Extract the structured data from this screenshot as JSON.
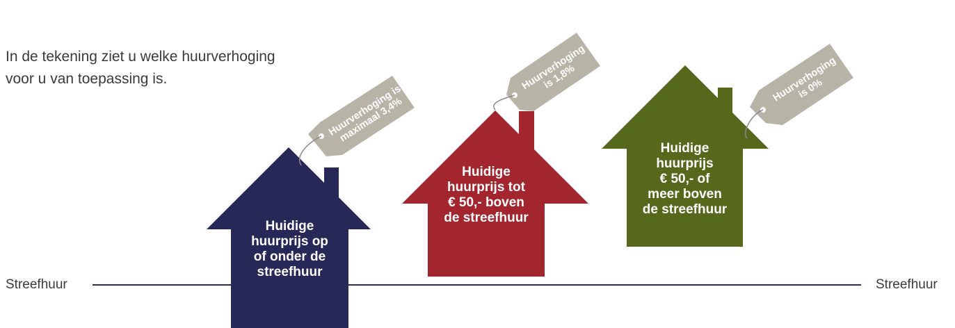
{
  "intro": {
    "line1": "In de tekening ziet u welke huurverhoging",
    "line2": "voor u van toepassing is."
  },
  "baseline": {
    "label_left": "Streefhuur",
    "label_right": "Streefhuur"
  },
  "houses": [
    {
      "color": "#262858",
      "text_lines": [
        "Huidige",
        "huurprijs op",
        "of onder de",
        "streefhuur"
      ],
      "tag_lines": [
        "Huurverhoging is",
        "maximaal 3,4%"
      ]
    },
    {
      "color": "#a3262f",
      "text_lines": [
        "Huidige",
        "huurprijs tot",
        "€ 50,- boven",
        "de streefhuur"
      ],
      "tag_lines": [
        "Huurverhoging",
        "is 1,8%"
      ]
    },
    {
      "color": "#55681c",
      "text_lines": [
        "Huidige",
        "huurprijs",
        "€ 50,- of",
        "meer boven",
        "de streefhuur"
      ],
      "tag_lines": [
        "Huurverhoging",
        "is 0%"
      ]
    }
  ],
  "colors": {
    "tag": "#b7b3a6",
    "text": "#3a3a3a",
    "baseline": "#2b2d5e"
  }
}
